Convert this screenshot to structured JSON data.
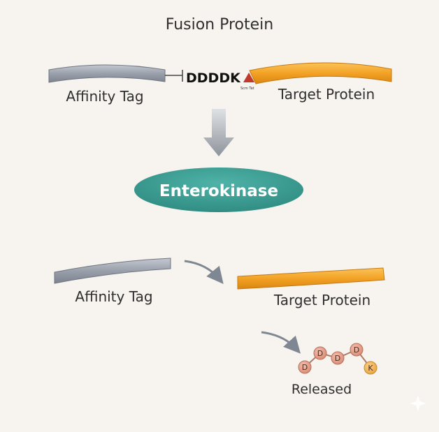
{
  "diagram": {
    "title": "Fusion Protein",
    "fusion": {
      "tag_label": "Affinity Tag",
      "linker_sequence": "DDDDK",
      "cleavage_site_label": "Scm Tat",
      "target_label": "Target Protein"
    },
    "enzyme_label": "Enterokinase",
    "products": {
      "tag_label": "Affinity Tag",
      "target_label": "Target Protein",
      "released_label": "Released",
      "released_peptide": [
        "D",
        "D",
        "D",
        "D",
        "K"
      ]
    },
    "colors": {
      "background": "#f7f3ef",
      "tag_gray": "#9da3ae",
      "target_orange": "#f3a225",
      "enzyme_teal": "#3a9a90",
      "arrow_gray": "#8f959e",
      "bead_d": "#e29b86",
      "bead_k": "#f0b45a",
      "cleavage_marker": "#c0392b"
    }
  }
}
